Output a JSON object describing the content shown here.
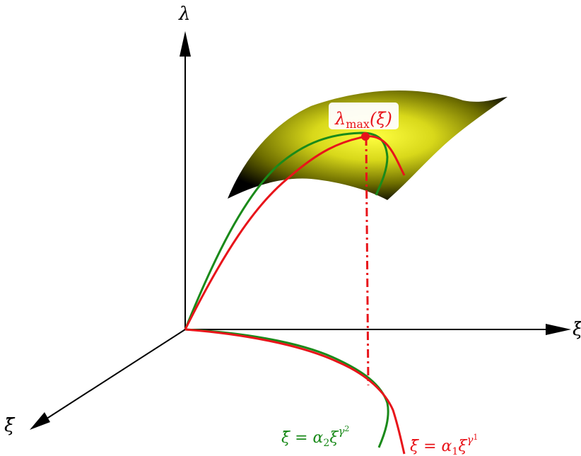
{
  "axes": {
    "lambda_label": "λ",
    "xi_label": "ξ",
    "xibar_label": "ξ̄"
  },
  "peak_label": {
    "main": "λ",
    "sub": "max",
    "arg": "(ξ̄)"
  },
  "curve_labels": {
    "green": {
      "lhs": "ξ̄ = α",
      "alpha_sub": "2",
      "xi": "ξ",
      "exp_gamma": "γ",
      "exp_sub": "2"
    },
    "red": {
      "lhs": "ξ̄ = α",
      "alpha_sub": "1",
      "xi": "ξ",
      "exp_gamma": "γ",
      "exp_sub": "1"
    }
  },
  "colors": {
    "axis": "#000000",
    "green_curve": "#1a8a1a",
    "red_curve": "#e8141a",
    "surface_center": "#ffff33",
    "surface_mid": "#8a8a00",
    "surface_edge": "#000000"
  }
}
